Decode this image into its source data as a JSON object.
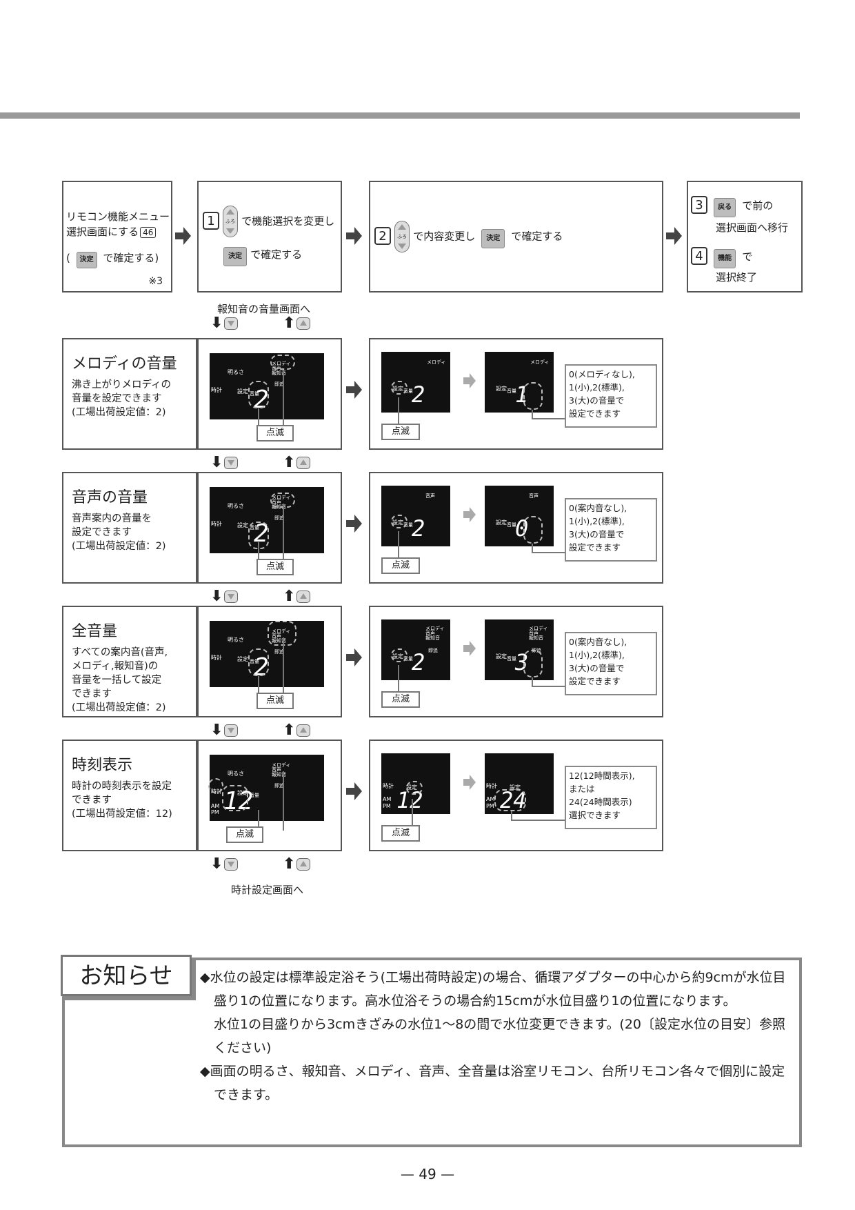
{
  "header_steps": {
    "step0": {
      "line1": "リモコン機能メニュー",
      "line2": "選択画面にする",
      "ref": "46",
      "paren_open": "(",
      "confirm_btn": "決定",
      "confirm_text": "で確定する)",
      "note": "※3"
    },
    "step1": {
      "num": "1",
      "furo": "ふろ",
      "text1": "で機能選択を変更し",
      "confirm_btn": "決定",
      "text2": "で確定する"
    },
    "step2": {
      "num": "2",
      "furo": "ふろ",
      "text1": "で内容変更し",
      "confirm_btn": "決定",
      "text2": "で確定する"
    },
    "step3": {
      "num": "3",
      "btn": "戻る",
      "text1": "で前の",
      "text2": "選択画面へ移行"
    },
    "step4": {
      "num": "4",
      "btn": "機能",
      "text1": "で",
      "text2": "選択終了"
    }
  },
  "nav": {
    "top_label": "報知音の音量画面へ",
    "bottom_label": "時計設定画面へ"
  },
  "rows": [
    {
      "title": "メロディの音量",
      "desc": [
        "沸き上がりメロディの",
        "音量を設定できます",
        "(工場出荷設定値：2)"
      ],
      "tenmetsu": "点滅",
      "screen_top": "メロディ",
      "value_before": "2",
      "value_after": "1",
      "note": [
        "0(メロディなし),",
        "1(小),2(標準),",
        "3(大)の音量で",
        "設定できます"
      ]
    },
    {
      "title": "音声の音量",
      "desc": [
        "音声案内の音量を",
        "設定できます",
        "(工場出荷設定値：2)"
      ],
      "tenmetsu": "点滅",
      "screen_top": "音声",
      "value_before": "2",
      "value_after": "0",
      "note": [
        "0(案内音なし),",
        "1(小),2(標準),",
        "3(大)の音量で",
        "設定できます"
      ]
    },
    {
      "title": "全音量",
      "desc": [
        "すべての案内音(音声,",
        "メロディ,報知音)の",
        "音量を一括して設定",
        "できます",
        "(工場出荷設定値：2)"
      ],
      "tenmetsu": "点滅",
      "screen_top": "メロディ",
      "value_before": "2",
      "value_after": "3",
      "note": [
        "0(案内音なし),",
        "1(小),2(標準),",
        "3(大)の音量で",
        "設定できます"
      ]
    },
    {
      "title": "時刻表示",
      "desc": [
        "時計の時刻表示を設定",
        "できます",
        "(工場出荷設定値：12)"
      ],
      "tenmetsu": "点滅",
      "screen_top": "",
      "value_before": "12",
      "value_after": "24",
      "note": [
        "12(12時間表示),",
        "または",
        "24(24時間表示)",
        "選択できます"
      ]
    }
  ],
  "screen_labels": {
    "akarusa": "明るさ",
    "melody": "メロディ",
    "onsei": "音声",
    "hochion": "報知音",
    "kyuto": "即追",
    "clock": "時計",
    "settei": "設定",
    "onryo": "音量",
    "am": "AM",
    "pm": "PM"
  },
  "notice": {
    "title": "お知らせ",
    "items": [
      {
        "bullet": "◆",
        "text": "水位の設定は標準設定浴そう(工場出荷時設定)の場合、循環アダプターの中心から約9cmが水位目盛り1の位置になります。高水位浴そうの場合約15cmが水位目盛り1の位置になります。"
      },
      {
        "bullet": "",
        "text": "水位1の目盛りから3cmきざみの水位1～8の間で水位変更できます。(20〔設定水位の目安〕参照ください)"
      },
      {
        "bullet": "◆",
        "text": "画面の明るさ、報知音、メロディ、音声、全音量は浴室リモコン、台所リモコン各々で個別に設定できます。"
      }
    ]
  },
  "page_number": "— 49 —"
}
